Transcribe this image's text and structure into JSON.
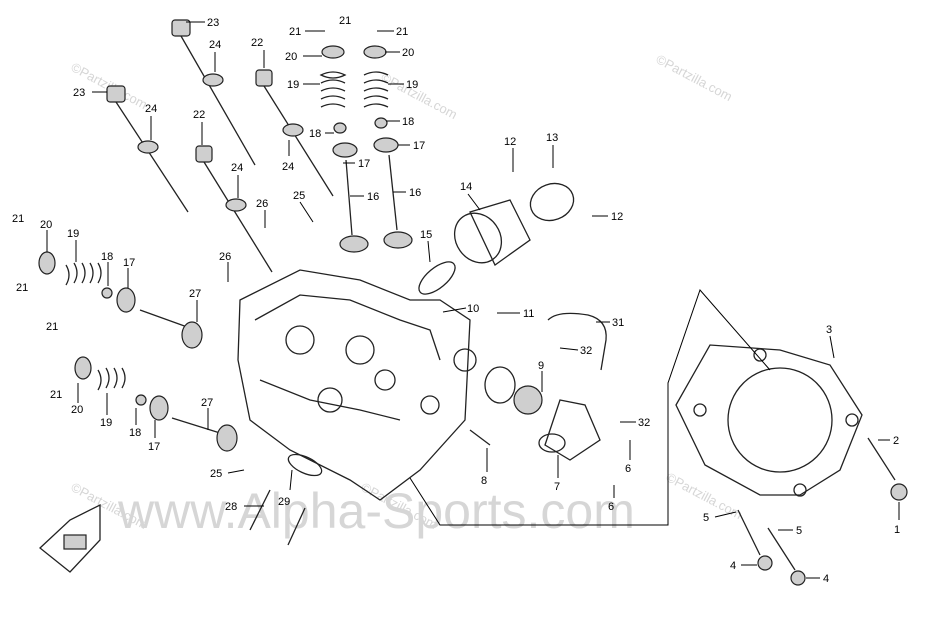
{
  "watermarks": {
    "site": "www.Alpha-Sports.com",
    "brand": "©Partzilla.com"
  },
  "callouts": [
    {
      "id": "c23a",
      "text": "23"
    },
    {
      "id": "c24a",
      "text": "24"
    },
    {
      "id": "c22a",
      "text": "22"
    },
    {
      "id": "c21a",
      "text": "21"
    },
    {
      "id": "c21b",
      "text": "21"
    },
    {
      "id": "c21c",
      "text": "21"
    },
    {
      "id": "c20a",
      "text": "20"
    },
    {
      "id": "c20b",
      "text": "20"
    },
    {
      "id": "c19a",
      "text": "19"
    },
    {
      "id": "c19b",
      "text": "19"
    },
    {
      "id": "c18a",
      "text": "18"
    },
    {
      "id": "c18b",
      "text": "18"
    },
    {
      "id": "c17a",
      "text": "17"
    },
    {
      "id": "c17b",
      "text": "17"
    },
    {
      "id": "c23b",
      "text": "23"
    },
    {
      "id": "c24b",
      "text": "24"
    },
    {
      "id": "c22b",
      "text": "22"
    },
    {
      "id": "c24c",
      "text": "24"
    },
    {
      "id": "c24d",
      "text": "24"
    },
    {
      "id": "c25a",
      "text": "25"
    },
    {
      "id": "c26a",
      "text": "26"
    },
    {
      "id": "c16a",
      "text": "16"
    },
    {
      "id": "c16b",
      "text": "16"
    },
    {
      "id": "c12a",
      "text": "12"
    },
    {
      "id": "c13",
      "text": "13"
    },
    {
      "id": "c14",
      "text": "14"
    },
    {
      "id": "c12b",
      "text": "12"
    },
    {
      "id": "c15",
      "text": "15"
    },
    {
      "id": "c21d",
      "text": "21"
    },
    {
      "id": "c20c",
      "text": "20"
    },
    {
      "id": "c19c",
      "text": "19"
    },
    {
      "id": "c18c",
      "text": "18"
    },
    {
      "id": "c17c",
      "text": "17"
    },
    {
      "id": "c21e",
      "text": "21"
    },
    {
      "id": "c26b",
      "text": "26"
    },
    {
      "id": "c27a",
      "text": "27"
    },
    {
      "id": "c10",
      "text": "10"
    },
    {
      "id": "c11",
      "text": "11"
    },
    {
      "id": "c31",
      "text": "31"
    },
    {
      "id": "c32a",
      "text": "32"
    },
    {
      "id": "c3",
      "text": "3"
    },
    {
      "id": "c21f",
      "text": "21"
    },
    {
      "id": "c21g",
      "text": "21"
    },
    {
      "id": "c20d",
      "text": "20"
    },
    {
      "id": "c19d",
      "text": "19"
    },
    {
      "id": "c18d",
      "text": "18"
    },
    {
      "id": "c17d",
      "text": "17"
    },
    {
      "id": "c27b",
      "text": "27"
    },
    {
      "id": "c9",
      "text": "9"
    },
    {
      "id": "c32b",
      "text": "32"
    },
    {
      "id": "c2",
      "text": "2"
    },
    {
      "id": "c25b",
      "text": "25"
    },
    {
      "id": "c8",
      "text": "8"
    },
    {
      "id": "c7",
      "text": "7"
    },
    {
      "id": "c6a",
      "text": "6"
    },
    {
      "id": "c6b",
      "text": "6"
    },
    {
      "id": "c1",
      "text": "1"
    },
    {
      "id": "c28",
      "text": "28"
    },
    {
      "id": "c29",
      "text": "29"
    },
    {
      "id": "c5a",
      "text": "5"
    },
    {
      "id": "c5b",
      "text": "5"
    },
    {
      "id": "c4a",
      "text": "4"
    },
    {
      "id": "c4b",
      "text": "4"
    }
  ]
}
